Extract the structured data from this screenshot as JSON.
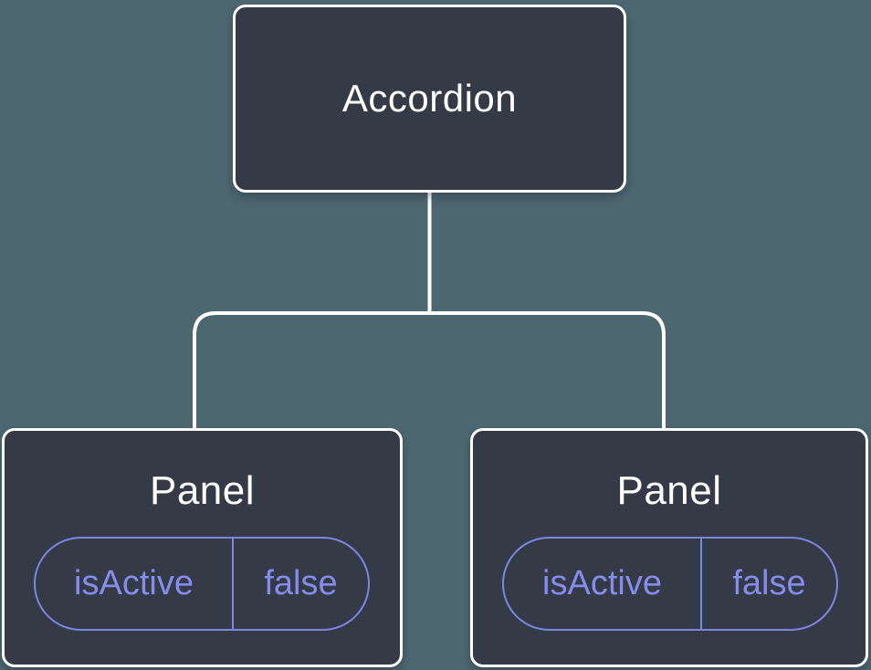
{
  "diagram": {
    "colors": {
      "background": "#4D6771",
      "node_fill": "#343A46",
      "node_border": "#FFFFFF",
      "connector": "#FFFFFF",
      "accent_purple": "#7F85E2",
      "label_text": "#FFFFFF"
    },
    "root": {
      "label": "Accordion"
    },
    "children": [
      {
        "label": "Panel",
        "state": {
          "key": "isActive",
          "value": "false"
        }
      },
      {
        "label": "Panel",
        "state": {
          "key": "isActive",
          "value": "false"
        }
      }
    ]
  }
}
